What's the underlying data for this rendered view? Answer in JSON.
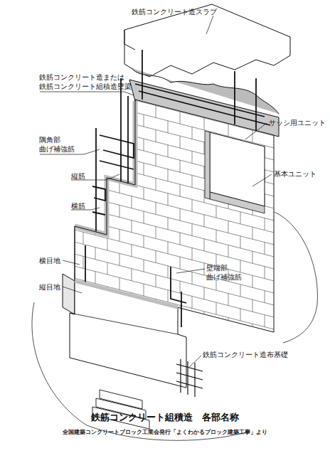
{
  "diagram": {
    "title": "鉄筋コンクリート組積造　各部名称",
    "caption": "全国建築コンクリートブロック工業会発行「よくわかるブロック建築工事」より",
    "labels": [
      "鉄筋コンクリート造スラブ",
      "鉄筋コンクリート造または 鉄筋コンクリート組積造壁梁",
      "隅角部 曲げ補強筋",
      "縦筋",
      "横筋",
      "横目地",
      "縦目地",
      "サッシ用ユニット",
      "基本ユニット",
      "壁端部 曲げ補強筋",
      "鉄筋コンクリート造布基礎"
    ]
  }
}
